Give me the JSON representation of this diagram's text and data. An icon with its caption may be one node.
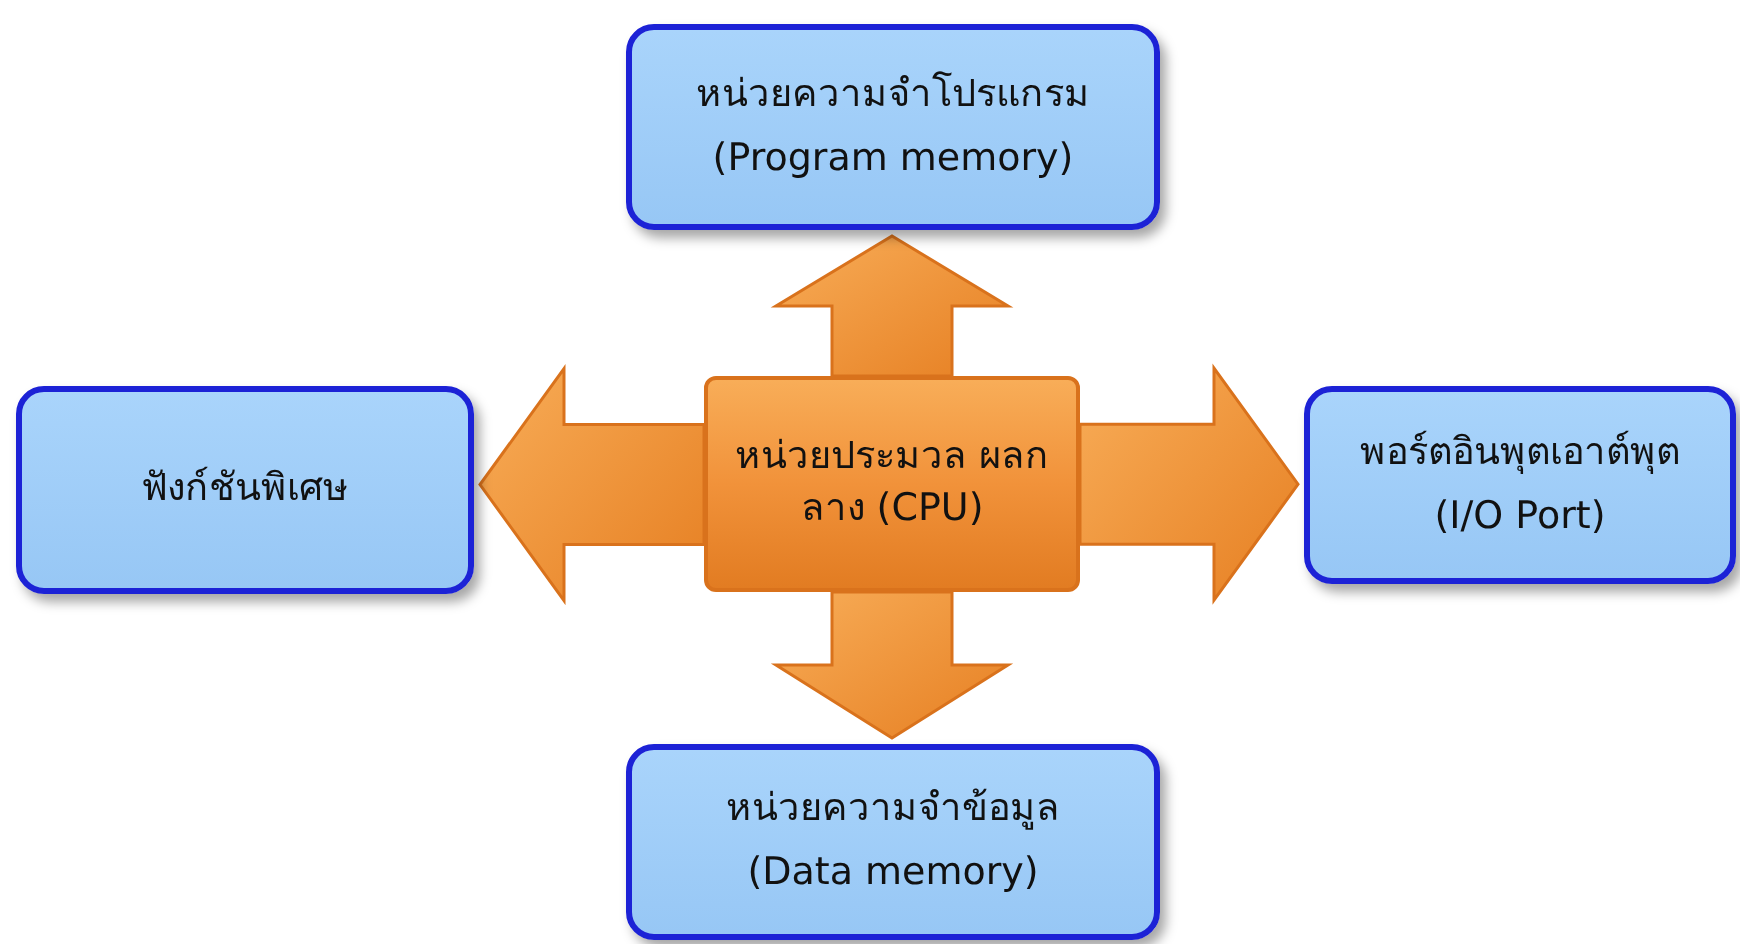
{
  "diagram": {
    "nodes": [
      {
        "text": [
          "หน่วยความจำโปรแกรม",
          "(Program memory)"
        ]
      },
      {
        "text": [
          "ฟังก์ชันพิเศษ"
        ]
      },
      {
        "text": [
          "หน่วยประมวล ผลกลาง (CPU)"
        ]
      },
      {
        "text": [
          "พอร์ตอินพุตเอาต์พุต",
          "(I/O Port)"
        ]
      },
      {
        "text": [
          "หน่วยความจำข้อมูล",
          "(Data memory)"
        ]
      }
    ],
    "edges": [
      {
        "from": 2,
        "to": 0,
        "arrow": "to"
      },
      {
        "from": 2,
        "to": 1,
        "arrow": "to"
      },
      {
        "from": 2,
        "to": 3,
        "arrow": "to"
      },
      {
        "from": 2,
        "to": 4,
        "arrow": "to"
      }
    ]
  }
}
